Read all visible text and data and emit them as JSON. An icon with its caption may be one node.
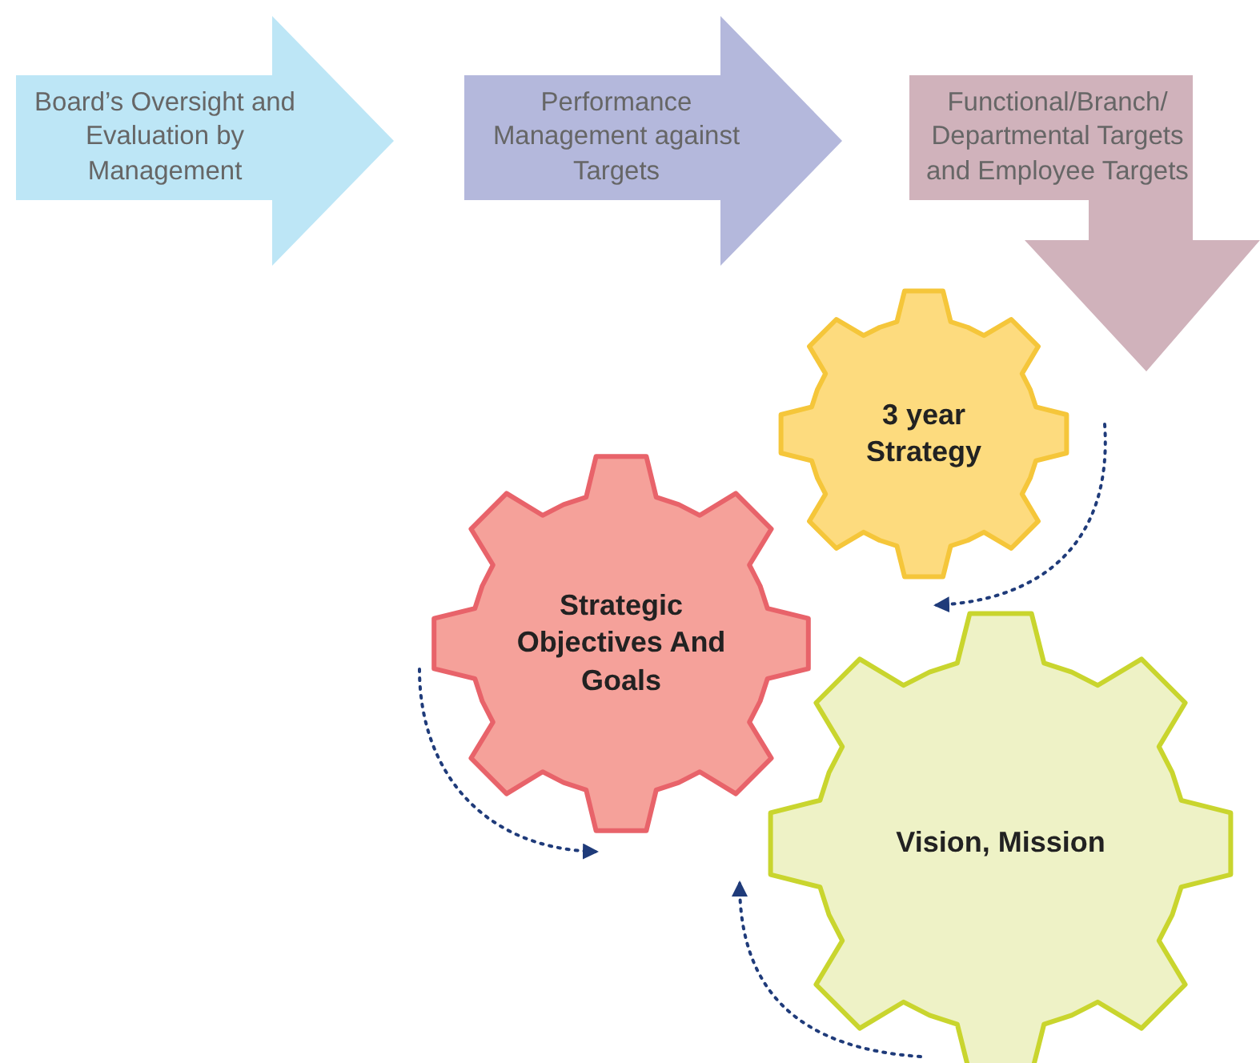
{
  "diagram": {
    "nodes": [
      {
        "text": [
          "Board’s Oversight and Evaluation by Management"
        ]
      },
      {
        "text": [
          "Performance Management against Targets"
        ]
      },
      {
        "text": [
          "Functional/Branch/ Departmental Targets and Employee Targets"
        ]
      },
      {
        "text": [
          "3 year Strategy"
        ]
      },
      {
        "text": [
          "Strategic Objectives And Goals"
        ]
      },
      {
        "text": [
          "Vision, Mission"
        ]
      }
    ],
    "edges": []
  }
}
